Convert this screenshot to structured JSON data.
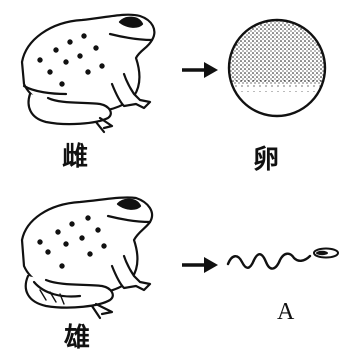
{
  "labels": {
    "female": "雌",
    "egg": "卵",
    "male": "雄",
    "sperm": "A"
  },
  "icons": {
    "female_frog": "frog-illustration",
    "male_frog": "frog-illustration",
    "egg": "egg-cell",
    "sperm": "sperm-cell",
    "arrow": "right-arrow"
  },
  "colors": {
    "ink": "#111111",
    "background": "#ffffff"
  }
}
